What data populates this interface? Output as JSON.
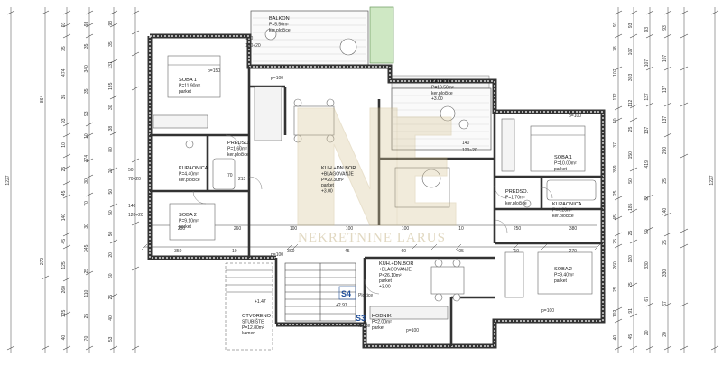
{
  "rooms": {
    "soba1_left": [
      "SOBA 1",
      "P=11.90m²",
      "parket"
    ],
    "kupaonica_left": [
      "KUPAONICA",
      "P=4.40m²",
      "ker.pločice"
    ],
    "predsoblje_left": [
      "PREDSO.",
      "P=1.60m²",
      "ker.pločice"
    ],
    "soba2_left": [
      "SOBA 2",
      "P=9.10m²",
      "parket"
    ],
    "kuhinja_top": [
      "KUH.+DN.BOR",
      "+BLAGOVANJE",
      "P=29.30m²",
      "parket",
      "+3.00"
    ],
    "balkon_top": [
      "BALKON",
      "P=5.50m²",
      "ker.pločice"
    ],
    "balkon_right": [
      "BALKON",
      "P=10.50m²",
      "ker.pločice",
      "+3.00"
    ],
    "soba1_right": [
      "SOBA 1",
      "P=10.00m²",
      "parket"
    ],
    "predsoblje_right": [
      "PREDSO.",
      "P=1.70m²",
      "ker.pločice"
    ],
    "kupaonica_right": [
      "KUPAONICA",
      "P=4.20m²",
      "ker.pločice"
    ],
    "soba2_right": [
      "SOBA 2",
      "P=9.40m²",
      "parket"
    ],
    "kuhinja_bottom": [
      "KUH.+DN.BOR",
      "+BLAGOVANJE",
      "P=26.10m²",
      "parket",
      "+3.00"
    ],
    "hodnik": [
      "HODNIK",
      "P=2.00m²",
      "parket"
    ],
    "stubiste": [
      "OTVORENO",
      "STUBIŠTE",
      "P=12.80m²",
      "kamen"
    ]
  },
  "tags": {
    "s4": "S4",
    "s4_sub": "Pločice",
    "s3": "S3",
    "s3_sub": "Pločice"
  },
  "levels": {
    "stair_a": "+1.47",
    "stair_b": "+2.97"
  },
  "watermark": {
    "text": "NEKRETNINE LARUS"
  },
  "dims": {
    "left_outer": [
      "1227"
    ],
    "left_mid": [
      "864",
      "270"
    ],
    "left_c1": [
      "93",
      "35",
      "474",
      "35",
      "93",
      "10",
      "25",
      "45",
      "140",
      "45",
      "125",
      "260",
      "125",
      "40"
    ],
    "left_c2": [
      "93",
      "35",
      "340",
      "35",
      "93",
      "10",
      "174",
      "30",
      "70",
      "30",
      "345",
      "25",
      "110",
      "25",
      "70"
    ],
    "left_c3": [
      "93",
      "35",
      "131",
      "135",
      "30",
      "38",
      "80",
      "20",
      "50",
      "50",
      "50",
      "20",
      "60",
      "25",
      "40",
      "53"
    ],
    "right_c1": [
      "93",
      "38",
      "107",
      "112",
      "40",
      "37",
      "359",
      "25",
      "45",
      "25",
      "260",
      "25",
      "102",
      "40"
    ],
    "right_c2": [
      "93",
      "107",
      "303",
      "112",
      "25",
      "150",
      "50",
      "185",
      "25",
      "120",
      "25",
      "91",
      "45"
    ],
    "right_c3": [
      "93",
      "107",
      "137",
      "137",
      "419",
      "88",
      "50",
      "330",
      "67",
      "20"
    ],
    "right_c4": [
      "93",
      "107",
      "137",
      "137",
      "290",
      "25",
      "140",
      "25",
      "330",
      "67",
      "20"
    ],
    "right_outer": [
      "1227"
    ],
    "horiz_mid": [
      "350",
      "10",
      "300",
      "45",
      "60",
      "405",
      "10",
      "270"
    ],
    "horiz_misc": [
      "250",
      "260",
      "100",
      "100",
      "100",
      "10",
      "250",
      "380"
    ],
    "notes": [
      "p=150",
      "p=100",
      "p=100",
      "p=100",
      "p=100",
      "p=100",
      "50",
      "70÷20",
      "140",
      "120÷20",
      "140",
      "120÷20",
      "140",
      "120÷20",
      "70",
      "215"
    ]
  }
}
